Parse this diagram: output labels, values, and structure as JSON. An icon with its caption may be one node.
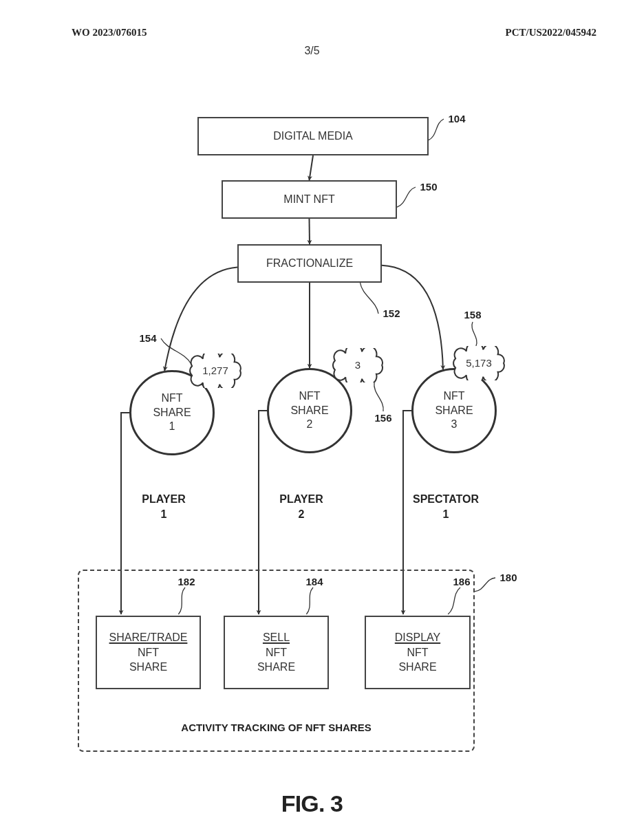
{
  "diagram": {
    "caption": "FIG. 3",
    "nodes": [
      {
        "text": [
          "DIGITAL MEDIA"
        ]
      },
      {
        "text": [
          "MINT NFT"
        ]
      },
      {
        "text": [
          "FRACTIONALIZE"
        ]
      },
      {
        "text": [
          "1,277"
        ]
      },
      {
        "text": [
          "NFT SHARE 1"
        ]
      },
      {
        "text": [
          "3"
        ]
      },
      {
        "text": [
          "NFT SHARE 2"
        ]
      },
      {
        "text": [
          "5,173"
        ]
      },
      {
        "text": [
          "NFT SHARE 3"
        ]
      },
      {
        "text": [
          "ACTIVITY TRACKING OF NFT SHARES"
        ]
      },
      {
        "text": [
          "SHARE/TRADE",
          "NFT SHARE"
        ],
        "in": 9
      },
      {
        "text": [
          "SELL",
          "NFT SHARE"
        ],
        "in": 9
      },
      {
        "text": [
          "DISPLAY",
          "NFT SHARE"
        ],
        "in": 9
      },
      {
        "text": [
          "104"
        ]
      },
      {
        "text": [
          "150"
        ]
      },
      {
        "text": [
          "152"
        ]
      },
      {
        "text": [
          "154"
        ]
      },
      {
        "text": [
          "156"
        ]
      },
      {
        "text": [
          "158"
        ]
      },
      {
        "text": [
          "180"
        ]
      },
      {
        "text": [
          "182"
        ],
        "in": 9
      },
      {
        "text": [
          "184"
        ],
        "in": 9
      },
      {
        "text": [
          "186"
        ],
        "in": 9
      }
    ],
    "edges": [
      {
        "from": 0,
        "to": 1,
        "arrow": "to"
      },
      {
        "from": 1,
        "to": 2,
        "arrow": "to"
      },
      {
        "from": 2,
        "to": 4,
        "arrow": "to"
      },
      {
        "from": 2,
        "to": 6,
        "arrow": "to"
      },
      {
        "from": 2,
        "to": 8,
        "arrow": "to"
      },
      {
        "from": 4,
        "to": 10,
        "arrow": "to",
        "label": "PLAYER 1"
      },
      {
        "from": 6,
        "to": 11,
        "arrow": "to",
        "label": "PLAYER 2"
      },
      {
        "from": 8,
        "to": 12,
        "arrow": "to",
        "label": "SPECTATOR 1"
      },
      {
        "from": 13,
        "to": 0,
        "arrow": "none"
      },
      {
        "from": 14,
        "to": 1,
        "arrow": "none"
      },
      {
        "from": 15,
        "to": 2,
        "arrow": "none"
      },
      {
        "from": 16,
        "to": 3,
        "arrow": "none"
      },
      {
        "from": 17,
        "to": 5,
        "arrow": "none"
      },
      {
        "from": 18,
        "to": 7,
        "arrow": "none"
      },
      {
        "from": 19,
        "to": 9,
        "arrow": "none"
      },
      {
        "from": 20,
        "to": 10,
        "arrow": "none"
      },
      {
        "from": 21,
        "to": 11,
        "arrow": "none"
      },
      {
        "from": 22,
        "to": 12,
        "arrow": "none"
      }
    ],
    "labels": [
      "WO 2023/076015",
      "PCT/US2022/045942",
      "3/5"
    ]
  }
}
